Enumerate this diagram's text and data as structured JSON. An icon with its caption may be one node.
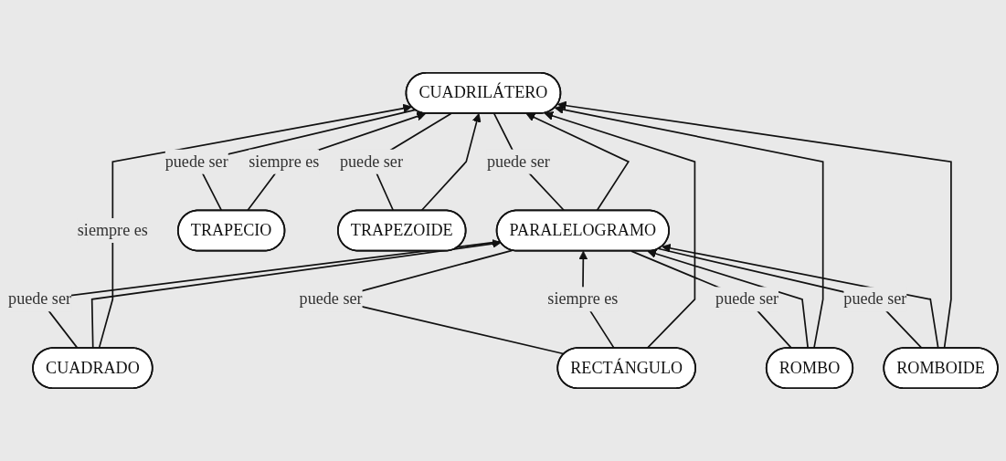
{
  "diagram": {
    "nodes": [
      {
        "text": [
          "CUADRILÁTERO"
        ]
      },
      {
        "text": [
          "PARALELOGRAMO"
        ]
      },
      {
        "text": [
          "TRAPECIO"
        ]
      },
      {
        "text": [
          "TRAPEZOIDE"
        ]
      },
      {
        "text": [
          "CUADRADO"
        ]
      },
      {
        "text": [
          "RECTÁNGULO"
        ]
      },
      {
        "text": [
          "ROMBO"
        ]
      },
      {
        "text": [
          "ROMBOIDE"
        ]
      }
    ],
    "edges": [
      {
        "from": 0,
        "to": 1,
        "arrow": "none",
        "label": "puede ser"
      },
      {
        "from": 0,
        "to": 2,
        "arrow": "none",
        "label": "puede ser"
      },
      {
        "from": 0,
        "to": 3,
        "arrow": "none",
        "label": "puede ser"
      },
      {
        "from": 1,
        "to": 0,
        "arrow": "to"
      },
      {
        "from": 2,
        "to": 0,
        "arrow": "to",
        "label": "siempre es"
      },
      {
        "from": 3,
        "to": 0,
        "arrow": "to"
      },
      {
        "from": 1,
        "to": 4,
        "arrow": "none",
        "label": "puede ser"
      },
      {
        "from": 1,
        "to": 5,
        "arrow": "none",
        "label": "puede ser"
      },
      {
        "from": 1,
        "to": 6,
        "arrow": "none",
        "label": "puede ser"
      },
      {
        "from": 1,
        "to": 7,
        "arrow": "none",
        "label": "puede ser"
      },
      {
        "from": 4,
        "to": 1,
        "arrow": "to"
      },
      {
        "from": 5,
        "to": 1,
        "arrow": "to",
        "label": "siempre es"
      },
      {
        "from": 6,
        "to": 1,
        "arrow": "to"
      },
      {
        "from": 7,
        "to": 1,
        "arrow": "to"
      },
      {
        "from": 4,
        "to": 0,
        "arrow": "to",
        "label": "siempre es"
      },
      {
        "from": 5,
        "to": 0,
        "arrow": "to"
      },
      {
        "from": 6,
        "to": 0,
        "arrow": "to"
      },
      {
        "from": 7,
        "to": 0,
        "arrow": "to"
      }
    ]
  }
}
